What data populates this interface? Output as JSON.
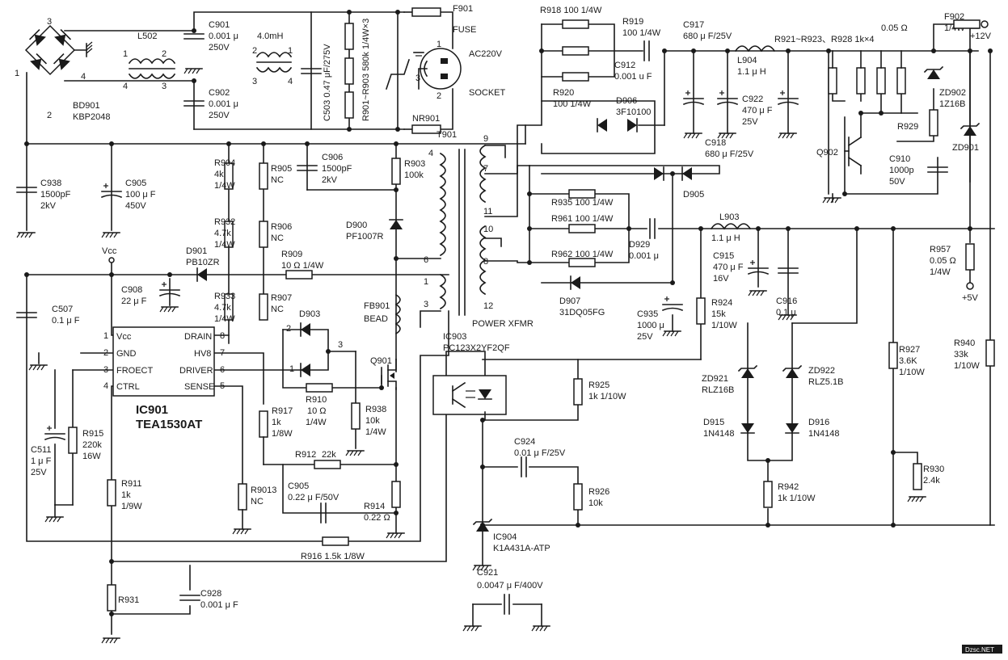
{
  "labels": {
    "bridge_name": "BD901",
    "bridge_part": "KBP2048",
    "br_pin1": "1",
    "br_pin2": "2",
    "br_pin3": "3",
    "br_pin4": "4",
    "l502": "L502",
    "l502_pins": [
      "1",
      "2",
      "4",
      "3"
    ],
    "c901": "C901",
    "c901_v1": "0.001 μ",
    "c901_v2": "250V",
    "c902": "C902",
    "c902_v1": "0.001 μ",
    "c902_v2": "250V",
    "l_4mh": "4.0mH",
    "l4_pins": [
      "2",
      "1",
      "3",
      "4"
    ],
    "c503": "C503 0.47 μF/275V",
    "r901": "R901~R903  580k 1/4W×3",
    "f901": "F901",
    "fuse": "FUSE",
    "ac": "AC220V",
    "socket": "SOCKET",
    "sock_pins": [
      "1",
      "3",
      "2"
    ],
    "nr901": "NR901",
    "t901": "T901",
    "xf_pins": [
      "4",
      "6",
      "1",
      "3",
      "9",
      "7",
      "11",
      "10",
      "8",
      "12"
    ],
    "power_xfmr": "POWER XFMR",
    "c938": "C938",
    "c938_v1": "1500pF",
    "c938_v2": "2kV",
    "c905a": "C905",
    "c905a_v1": "100 μ F",
    "c905a_v2": "450V",
    "r904": "R904",
    "r904_v1": "4k",
    "r904_v2": "1/4W",
    "r905": "R905",
    "r905_v": "NC",
    "c906": "C906",
    "c906_v1": "1500pF",
    "c906_v2": "2kV",
    "r903": "R903",
    "r903_v": "100k",
    "d900": "D900",
    "d900_v": "PF1007R",
    "r932": "R932",
    "r932_v1": "4.7k",
    "r932_v2": "1/4W",
    "r906": "R906",
    "r906_v": "NC",
    "vcc": "Vcc",
    "d901": "D901",
    "d901_v": "PB10ZR",
    "r909": "R909",
    "r909_v": "10 Ω  1/4W",
    "c908": "C908",
    "c908_v": "22 μ F",
    "c507": "C507",
    "c507_v": "0.1 μ F",
    "r933": "R933",
    "r933_v1": "4.7k",
    "r933_v2": "1/4W",
    "r907": "R907",
    "r907_v": "NC",
    "d903": "D903",
    "d903_pins": [
      "2",
      "1",
      "3"
    ],
    "fb901": "FB901",
    "bead": "BEAD",
    "ic_pins_l": [
      "1",
      "2",
      "3",
      "4"
    ],
    "ic_pins_r": [
      "8",
      "7",
      "6",
      "5"
    ],
    "ic_vcc": "Vcc",
    "ic_gnd": "GND",
    "ic_froect": "FROECT",
    "ic_ctrl": "CTRL",
    "ic_drain": "DRAIN",
    "ic_hv": "HV8",
    "ic_driver": "DRIVER",
    "ic_sense": "SENSE",
    "ic_name": "IC901",
    "ic_part": "TEA1530AT",
    "r910": "R910",
    "r910_v1": "10 Ω",
    "r910_v2": "1/4W",
    "q901": "Q901",
    "r938": "R938",
    "r938_v1": "10k",
    "r938_v2": "1/4W",
    "c511": "C511",
    "c511_v1": "1 μ F",
    "c511_v2": "25V",
    "r915": "R915",
    "r915_v1": "220k",
    "r915_v2": "16W",
    "r917": "R917",
    "r917_v1": "1k",
    "r917_v2": "1/8W",
    "r912": "R912",
    "r912_v": "22k",
    "c905b": "C905",
    "c905b_v": "0.22 μ F/50V",
    "r9013": "R9013",
    "r9013_v": "NC",
    "r914": "R914",
    "r914_v": "0.22 Ω",
    "r911": "R911",
    "r911_v1": "1k",
    "r911_v2": "1/9W",
    "r916": "R916  1.5k  1/8W",
    "r931": "R931",
    "c928": "C928",
    "c928_v": "0.001 μ F",
    "r918": "R918  100  1/4W",
    "r919": "R919",
    "r919_v": "100  1/4W",
    "c912": "C912",
    "c912_v": "0.001 u F",
    "r920": "R920",
    "r920_v": "100  1/4W",
    "d906": "D906",
    "d906_v": "3F10100",
    "c917": "C917",
    "c917_v": "680 μ F/25V",
    "l904": "L904",
    "l904_v": "1.1 μ H",
    "c922": "C922",
    "c922_v1": "470 μ F",
    "c922_v2": "25V",
    "c918": "C918",
    "c918_v": "680 μ F/25V",
    "r921": "R921~R923、R928  1k×4",
    "r_005": "0.05 Ω",
    "f902": "F902",
    "f902_v": "1/4W",
    "plus12": "+12V",
    "zd902": "ZD902",
    "zd902_v": "1Z16B",
    "r929": "R929",
    "q902": "Q902",
    "c910": "C910",
    "c910_v1": "1000p",
    "c910_v2": "50V",
    "zd901": "ZD901",
    "r935": "R935  100  1/4W",
    "r961": "R961  100  1/4W",
    "r962": "R962  100  1/4W",
    "d905": "D905",
    "d929": "D929",
    "d929_v": "0.001 μ",
    "d907": "D907",
    "d907_v": "31DQ05FG",
    "l903": "L903",
    "l903_v": "1.1 μ H",
    "c915": "C915",
    "c915_v1": "470 μ F",
    "c915_v2": "16V",
    "c916": "C916",
    "c916_v": "0.1 μ",
    "c935": "C935",
    "c935_v1": "1000 μ",
    "c935_v2": "25V",
    "r957": "R957",
    "r957_v1": "0.05 Ω",
    "r957_v2": "1/4W",
    "plus5": "+5V",
    "r924": "R924",
    "r924_v1": "15k",
    "r924_v2": "1/10W",
    "ic903": "IC903",
    "ic903_v": "PC123X2YF2QF",
    "r925": "R925",
    "r925_v": "1k  1/10W",
    "zd921": "ZD921",
    "zd921_v": "RLZ16B",
    "zd922": "ZD922",
    "zd922_v": "RLZ5.1B",
    "d915": "D915",
    "d915_v": "1N4148",
    "d916": "D916",
    "d916_v": "1N4148",
    "r927": "R927",
    "r927_v1": "3.6K",
    "r927_v2": "1/10W",
    "r940": "R940",
    "r940_v1": "33k",
    "r940_v2": "1/10W",
    "c924": "C924",
    "c924_v": "0.01 μ F/25V",
    "r926": "R926",
    "r926_v": "10k",
    "r942": "R942",
    "r942_v": "1k  1/10W",
    "r930": "R930",
    "r930_v": "2.4k",
    "ic904": "IC904",
    "ic904_v": "K1A431A-ATP",
    "c921": "C921",
    "c921_v": "0.0047 μ F/400V",
    "watermark": "Dzsc.NET"
  }
}
